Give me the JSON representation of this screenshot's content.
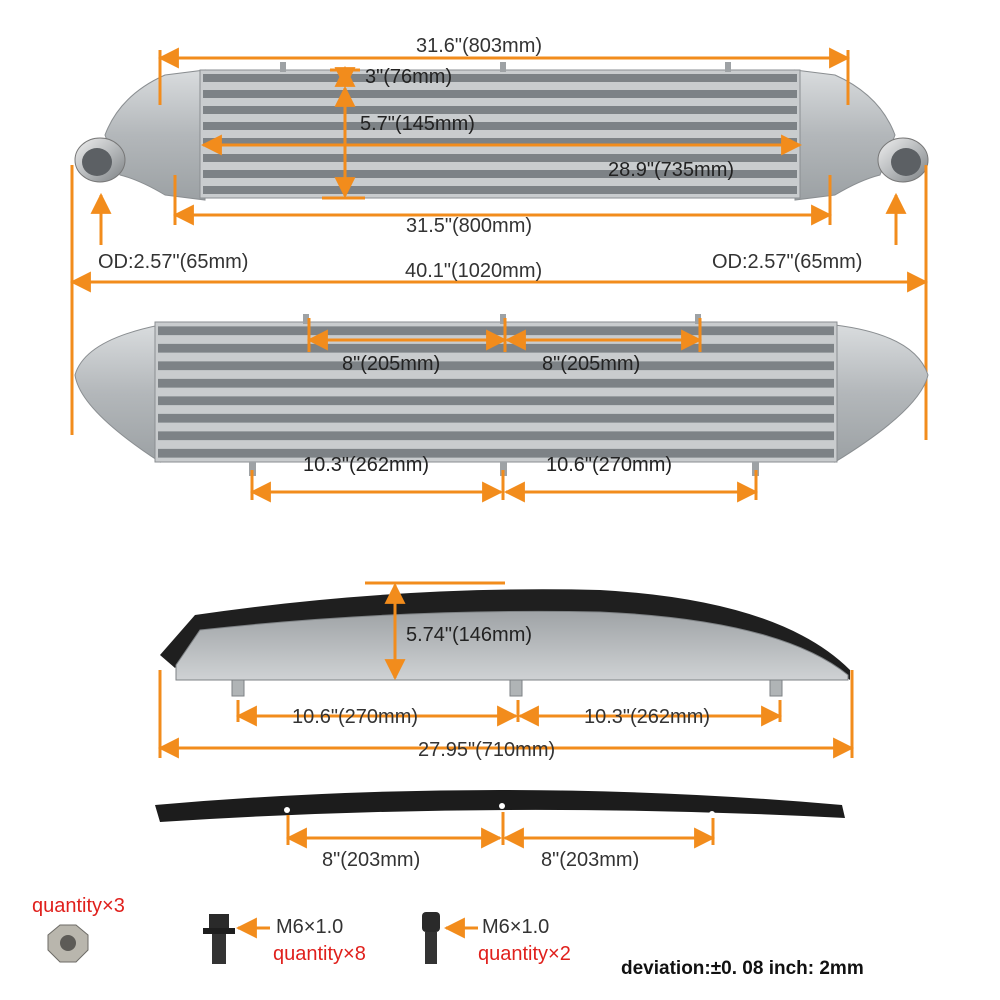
{
  "colors": {
    "dimension_line": "#f28c1c",
    "quantity_text": "#e0201c",
    "metal": "#bfc3c6",
    "fins": "#7d8286",
    "rubber": "#1c1c1c"
  },
  "top_view": {
    "overall_core_length": "31.6\"(803mm)",
    "bracket_height": "3\"(76mm)",
    "core_height": "5.7\"(145mm)",
    "fin_length": "28.9\"(735mm)",
    "mount_span": "31.5\"(800mm)",
    "outlet_left": "OD:2.57\"(65mm)",
    "outlet_right": "OD:2.57\"(65mm)",
    "total_length": "40.1\"(1020mm)"
  },
  "front_view": {
    "top_bracket_left": "8\"(205mm)",
    "top_bracket_right": "8\"(205mm)",
    "bottom_bracket_left": "10.3\"(262mm)",
    "bottom_bracket_right": "10.6\"(270mm)"
  },
  "shroud": {
    "height": "5.74\"(146mm)",
    "bracket_left": "10.6\"(270mm)",
    "bracket_right": "10.3\"(262mm)",
    "width": "27.95\"(710mm)"
  },
  "seal": {
    "hole_left": "8\"(203mm)",
    "hole_right": "8\"(203mm)"
  },
  "hardware": {
    "nut_quantity": "quantity×3",
    "bolt1_spec": "M6×1.0",
    "bolt1_quantity": "quantity×8",
    "bolt2_spec": "M6×1.0",
    "bolt2_quantity": "quantity×2"
  },
  "deviation": "deviation:±0. 08 inch: 2mm"
}
